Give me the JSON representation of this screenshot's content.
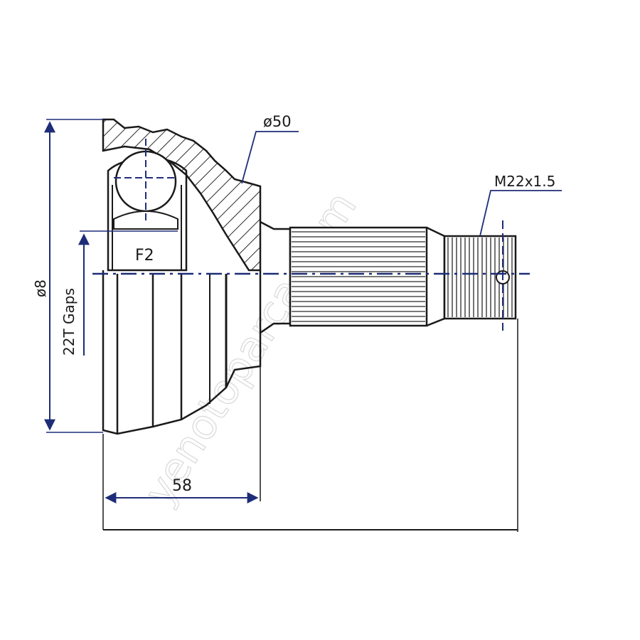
{
  "labels": {
    "outer_diameter": "ø50",
    "thread": "M22x1.5",
    "pitch_diameter": "ø8",
    "gaps": "22T  Gaps",
    "fit": "F2",
    "length": "58"
  },
  "watermark": "yenotoparca.com",
  "colors": {
    "line": "#1a1a1a",
    "dimension": "#1e2d78",
    "hatch": "#2a2a2a"
  }
}
